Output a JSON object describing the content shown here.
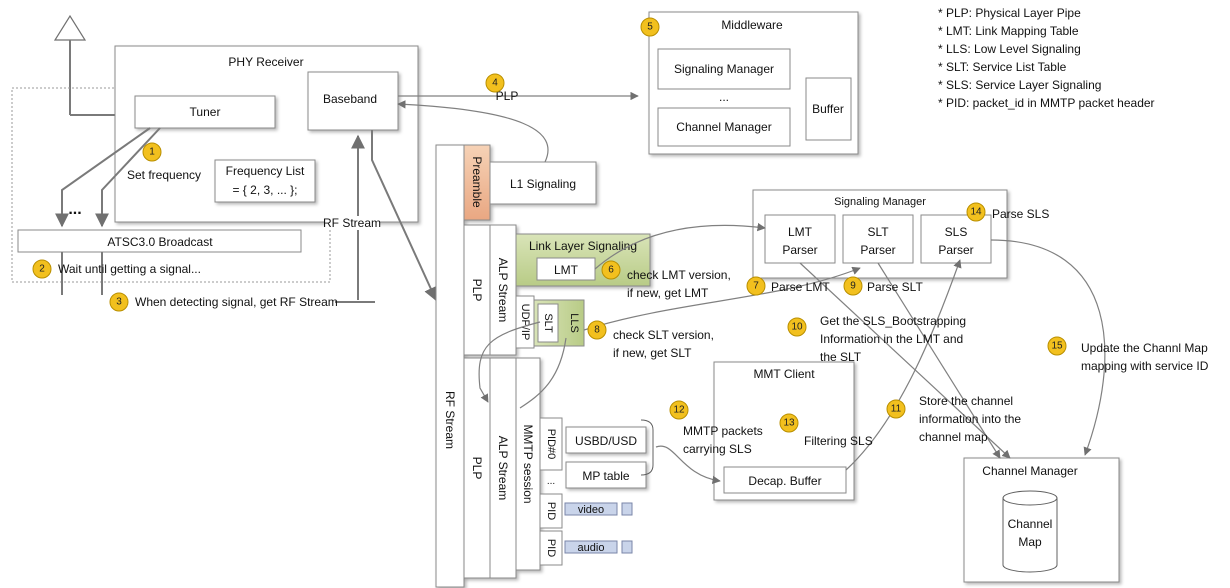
{
  "legend": [
    "* PLP: Physical Layer Pipe",
    "* LMT: Link Mapping Table",
    "* LLS: Low Level Signaling",
    "* SLT: Service List Table",
    "* SLS: Service Layer Signaling",
    "* PID: packet_id in MMTP packet header"
  ],
  "phy": {
    "title": "PHY Receiver",
    "tuner": "Tuner",
    "baseband": "Baseband",
    "set_frequency": "Set frequency",
    "freq_list_1": "Frequency List",
    "freq_list_2": "= { 2, 3, ...  };",
    "broadcast": "ATSC3.0 Broadcast",
    "dots": "...",
    "rf_stream_label": "RF Stream"
  },
  "middleware": {
    "title": "Middleware",
    "signaling_manager": "Signaling Manager",
    "dots": "...",
    "channel_manager": "Channel Manager",
    "buffer": "Buffer",
    "plp_label": "PLP"
  },
  "stream": {
    "rf_stream": "RF Stream",
    "preamble": "Preamble",
    "l1_signaling": "L1 Signaling",
    "plp": "PLP",
    "alp_stream": "ALP Stream",
    "link_layer_signaling": "Link Layer Signaling",
    "lmt": "LMT",
    "udp_ip": "UDP/IP",
    "slt": "SLT",
    "lls": "LLS",
    "dots": "...",
    "mmtp_session": "MMTP session",
    "pid0": "PID#0",
    "pid": "PID",
    "usbd": "USBD/USD",
    "mp_table": "MP table",
    "video": "video",
    "audio": "audio"
  },
  "sigmgr": {
    "title": "Signaling Manager",
    "lmt_parser_1": "LMT",
    "lmt_parser_2": "Parser",
    "slt_parser_1": "SLT",
    "slt_parser_2": "Parser",
    "sls_parser_1": "SLS",
    "sls_parser_2": "Parser"
  },
  "mmt": {
    "title": "MMT Client",
    "decap": "Decap. Buffer"
  },
  "chmgr": {
    "title": "Channel Manager",
    "map_1": "Channel",
    "map_2": "Map"
  },
  "steps": {
    "s1": "1",
    "s2": "2",
    "s3": "3",
    "s4": "4",
    "s5": "5",
    "s6": "6",
    "s7": "7",
    "s8": "8",
    "s9": "9",
    "s10": "10",
    "s11": "11",
    "s12": "12",
    "s13": "13",
    "s14": "14",
    "s15": "15",
    "t2": "Wait until getting a signal...",
    "t3": "When detecting signal, get RF Stream",
    "t6a": "check LMT version,",
    "t6b": "if new, get LMT",
    "t7": "Parse LMT",
    "t8a": "check SLT version,",
    "t8b": "if new, get SLT",
    "t9": "Parse SLT",
    "t10a": "Get the SLS_Bootstrapping",
    "t10b": "Information in the LMT and",
    "t10c": "the SLT",
    "t11a": "Store the channel",
    "t11b": "information into the",
    "t11c": "channel map",
    "t12a": "MMTP packets",
    "t12b": "carrying SLS",
    "t13": "Filtering SLS",
    "t14": "Parse SLS",
    "t15a": "Update the Channl Map",
    "t15b": "mapping with service ID"
  },
  "colors": {
    "badge": "#f2c01e",
    "preamble": "#f4c8a8",
    "link_layer": "#cfdcaa",
    "stub": "#c9d4ea"
  }
}
